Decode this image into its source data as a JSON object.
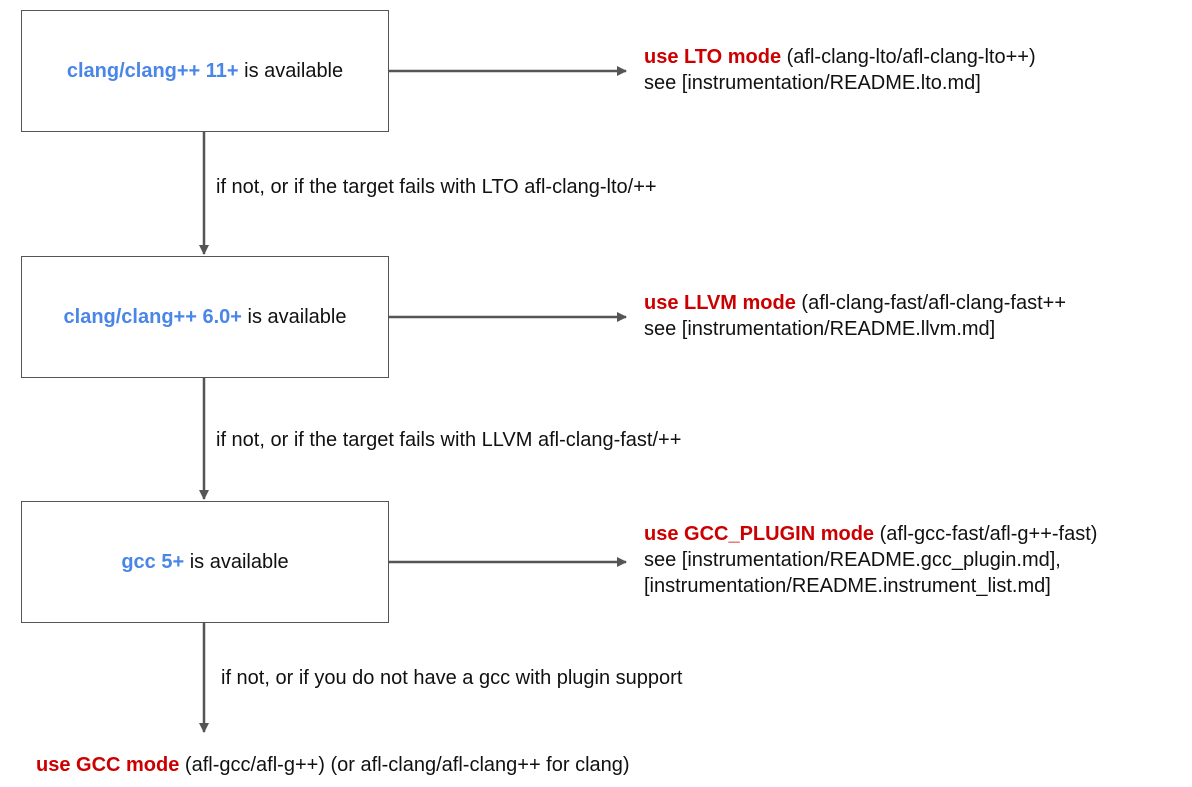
{
  "colors": {
    "highlight": "#4a86e8",
    "emphasis": "#cc0000",
    "line": "#555555"
  },
  "boxes": [
    {
      "highlight": "clang/clang++ 11+",
      "rest": " is available"
    },
    {
      "highlight": "clang/clang++ 6.0+",
      "rest": " is available"
    },
    {
      "highlight": "gcc 5+",
      "rest": " is available"
    }
  ],
  "outcomes": [
    {
      "mode": "use LTO mode",
      "detail": " (afl-clang-lto/afl-clang-lto++)",
      "lines": [
        "see [instrumentation/README.lto.md]"
      ]
    },
    {
      "mode": "use LLVM mode",
      "detail": " (afl-clang-fast/afl-clang-fast++",
      "lines": [
        "see [instrumentation/README.llvm.md]"
      ]
    },
    {
      "mode": "use GCC_PLUGIN mode",
      "detail": " (afl-gcc-fast/afl-g++-fast)",
      "lines": [
        "see [instrumentation/README.gcc_plugin.md],",
        "[instrumentation/README.instrument_list.md]"
      ]
    }
  ],
  "edges": [
    "if not, or if the target fails with LTO afl-clang-lto/++",
    "if not, or if the target fails with LLVM afl-clang-fast/++",
    "if not, or if you do not have a gcc with plugin support"
  ],
  "final": {
    "mode": "use GCC mode",
    "detail": " (afl-gcc/afl-g++) (or afl-clang/afl-clang++ for clang)"
  }
}
